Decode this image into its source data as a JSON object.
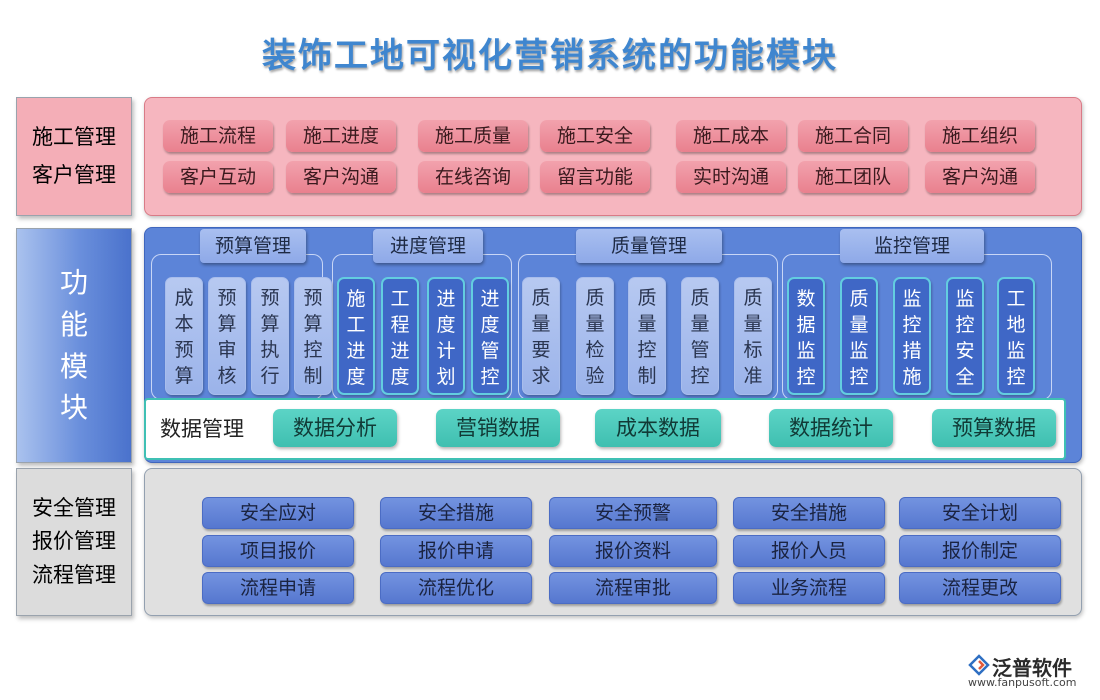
{
  "title": "装饰工地可视化营销系统的功能模块",
  "side": {
    "top": [
      "施工管理",
      "客户管理"
    ],
    "mid": [
      "功",
      "能",
      "模",
      "块"
    ],
    "bot": [
      "安全管理",
      "报价管理",
      "流程管理"
    ]
  },
  "top_rows": [
    [
      "施工流程",
      "施工进度",
      "施工质量",
      "施工安全",
      "施工成本",
      "施工合同",
      "施工组织"
    ],
    [
      "客户互动",
      "客户沟通",
      "在线咨询",
      "留言功能",
      "实时沟通",
      "施工团队",
      "客户沟通"
    ]
  ],
  "groups": [
    "预算管理",
    "进度管理",
    "质量管理",
    "监控管理"
  ],
  "cells": [
    [
      "成",
      "本",
      "预",
      "算"
    ],
    [
      "预",
      "算",
      "审",
      "核"
    ],
    [
      "预",
      "算",
      "执",
      "行"
    ],
    [
      "预",
      "算",
      "控",
      "制"
    ],
    [
      "施",
      "工",
      "进",
      "度"
    ],
    [
      "工",
      "程",
      "进",
      "度"
    ],
    [
      "进",
      "度",
      "计",
      "划"
    ],
    [
      "进",
      "度",
      "管",
      "控"
    ],
    [
      "质",
      "量",
      "要",
      "求"
    ],
    [
      "质",
      "量",
      "检",
      "验"
    ],
    [
      "质",
      "量",
      "控",
      "制"
    ],
    [
      "质",
      "量",
      "管",
      "控"
    ],
    [
      "质",
      "量",
      "标",
      "准"
    ],
    [
      "数",
      "据",
      "监",
      "控"
    ],
    [
      "质",
      "量",
      "监",
      "控"
    ],
    [
      "监",
      "控",
      "措",
      "施"
    ],
    [
      "监",
      "控",
      "安",
      "全"
    ],
    [
      "工",
      "地",
      "监",
      "控"
    ]
  ],
  "data_mgmt": {
    "label": "数据管理",
    "items": [
      "数据分析",
      "营销数据",
      "成本数据",
      "数据统计",
      "预算数据"
    ]
  },
  "bottom_rows": [
    [
      "安全应对",
      "安全措施",
      "安全预警",
      "安全措施",
      "安全计划"
    ],
    [
      "项目报价",
      "报价申请",
      "报价资料",
      "报价人员",
      "报价制定"
    ],
    [
      "流程申请",
      "流程优化",
      "流程审批",
      "业务流程",
      "流程更改"
    ]
  ],
  "logo": {
    "name": "泛普软件",
    "url": "www.fanpusoft.com"
  }
}
